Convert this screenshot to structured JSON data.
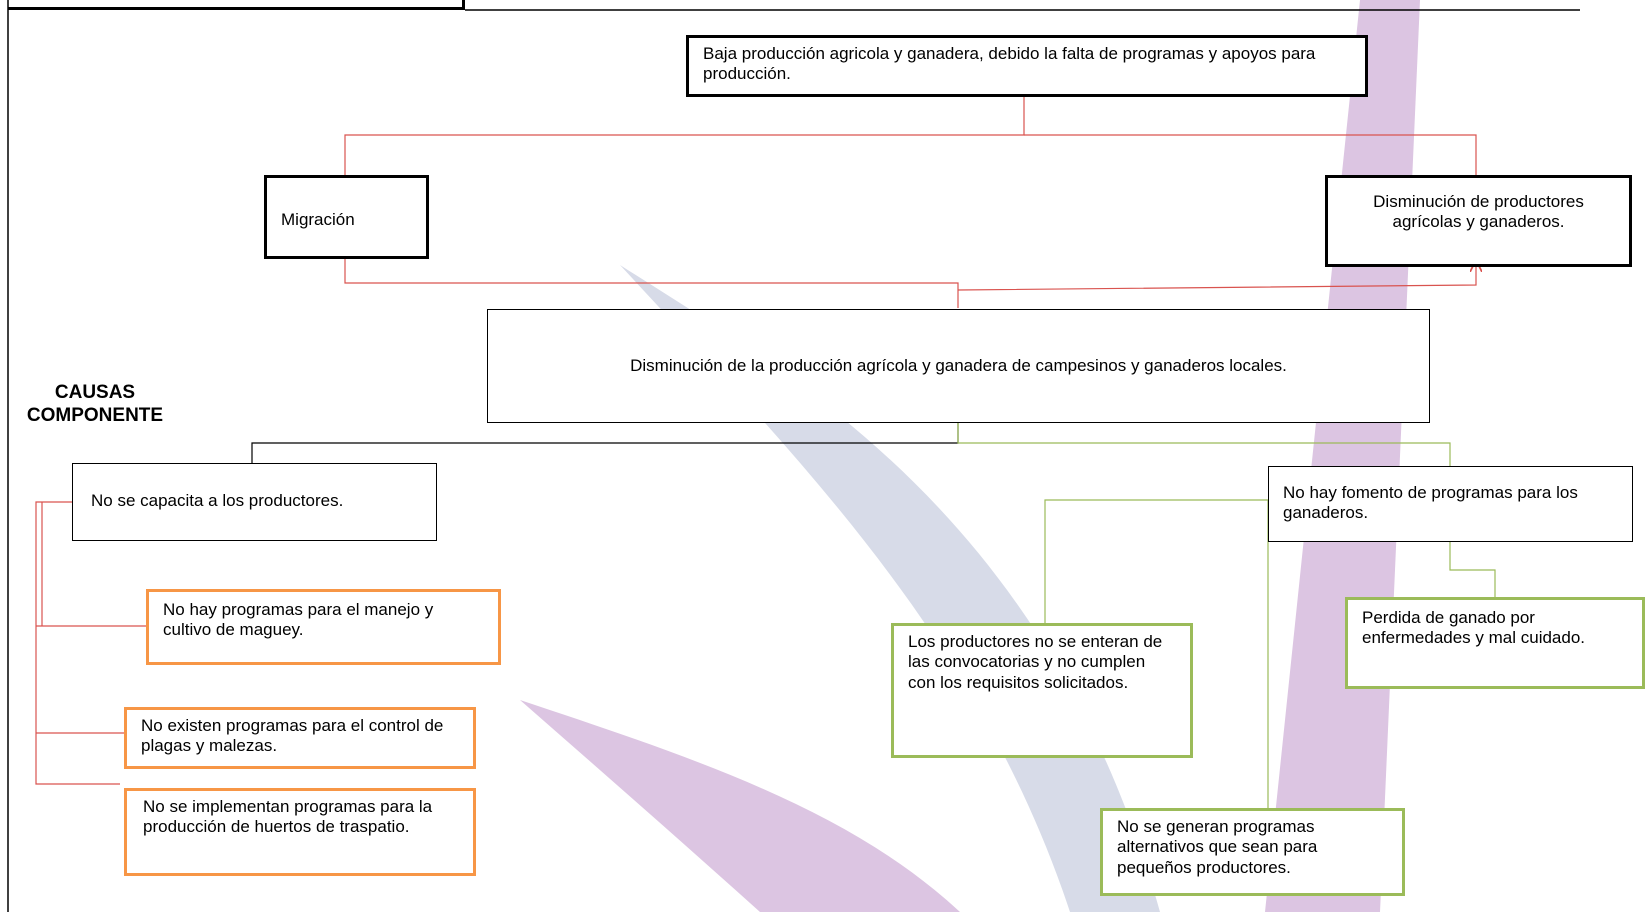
{
  "colors": {
    "black_border": "#000000",
    "orange_border": "#f79646",
    "green_border": "#9bbb59",
    "red_connector": "#d9534f",
    "green_connector": "#9bbb59",
    "black_connector": "#000000",
    "watermark_purple": "#dcc5e2",
    "watermark_gray": "#d7dbe8"
  },
  "top_problem": {
    "text": "Baja producción agricola y ganadera, debido la falta de programas y apoyos para producción."
  },
  "effects": {
    "migration": "Migración",
    "fewer_producers": "Disminución de productores agrícolas y ganaderos."
  },
  "central_problem": {
    "text": "Disminución de la producción agrícola y ganadera de campesinos y ganaderos locales."
  },
  "causes_heading": {
    "line1": "CAUSAS",
    "line2": "COMPONENTE"
  },
  "causes": {
    "no_training": "No se capacita a los productores.",
    "no_livestock_programs": "No hay fomento de programas para los ganaderos."
  },
  "sub_causes": {
    "maguey": "No hay programas para el manejo y cultivo de maguey.",
    "pests": "No existen programas para el control de plagas y malezas.",
    "gardens": "No se implementan programas para la producción de huertos de traspatio.",
    "calls": "Los productores no se enteran de las convocatorias y no cumplen con los requisitos solicitados.",
    "small_producers": "No se generan programas alternativos que sean para pequeños productores.",
    "cattle_loss": "Perdida de ganado por enfermedades y mal cuidado."
  }
}
